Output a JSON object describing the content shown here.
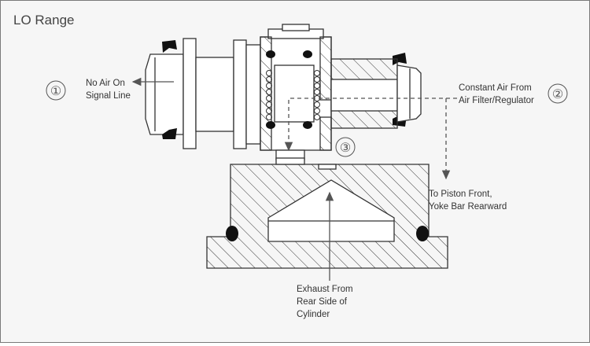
{
  "title": "LO Range",
  "callouts": [
    {
      "number": "①",
      "lines": [
        "No Air On",
        "Signal Line"
      ]
    },
    {
      "number": "②",
      "lines": [
        "Constant Air From",
        "Air Filter/Regulator"
      ]
    },
    {
      "number": "③",
      "lines": []
    }
  ],
  "piston_label": [
    "To Piston Front,",
    "Yoke Bar Rearward"
  ],
  "exhaust_label": [
    "Exhaust From",
    "Rear Side of",
    "Cylinder"
  ],
  "colors": {
    "line": "#333333",
    "fill": "#ffffff",
    "seal": "#111111",
    "arrow": "#555555",
    "background": "#f6f6f6"
  }
}
